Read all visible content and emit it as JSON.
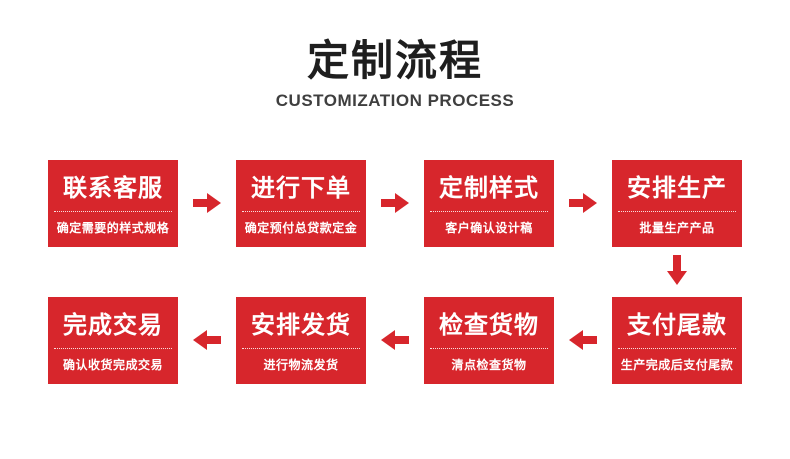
{
  "header": {
    "title": "定制流程",
    "subtitle": "CUSTOMIZATION PROCESS"
  },
  "colors": {
    "accent_red": "#d7262c",
    "heading_text": "#1e1e1e",
    "subheading_text": "#3f3f3f",
    "box_text": "#ffffff"
  },
  "steps": [
    {
      "title": "联系客服",
      "desc": "确定需要的样式规格"
    },
    {
      "title": "进行下单",
      "desc": "确定预付总贷款定金"
    },
    {
      "title": "定制样式",
      "desc": "客户确认设计稿"
    },
    {
      "title": "安排生产",
      "desc": "批量生产产品"
    },
    {
      "title": "支付尾款",
      "desc": "生产完成后支付尾款"
    },
    {
      "title": "检查货物",
      "desc": "清点检查货物"
    },
    {
      "title": "安排发货",
      "desc": "进行物流发货"
    },
    {
      "title": "完成交易",
      "desc": "确认收货完成交易"
    }
  ],
  "flow": {
    "row1_direction": "left-to-right",
    "row2_direction": "right-to-left",
    "row_connector": "down-on-right-column"
  }
}
